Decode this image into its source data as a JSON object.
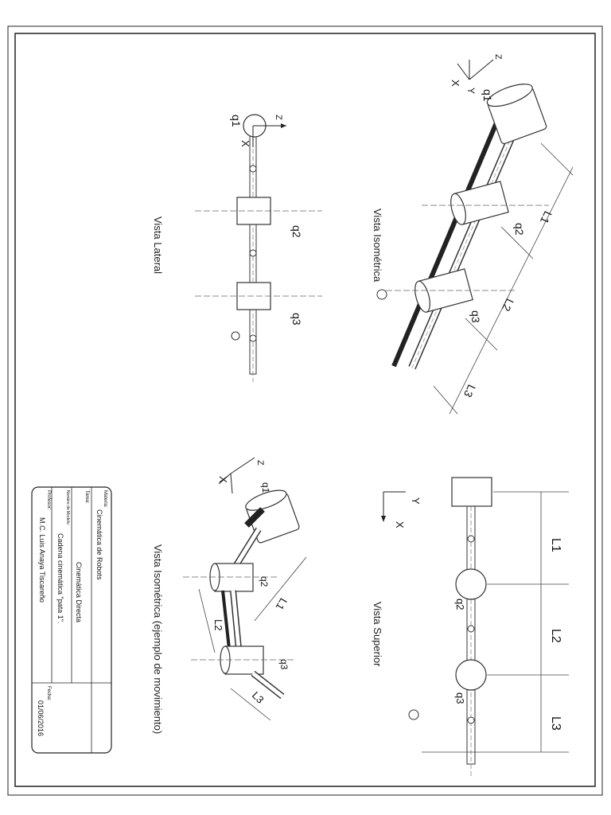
{
  "views": {
    "lateral": {
      "title": "Vista Lateral",
      "q1": "q1",
      "q2": "q2",
      "q3": "q3",
      "x": "X",
      "z": "Z"
    },
    "isometric": {
      "title": "Vista Isométrica",
      "q1": "q1",
      "q2": "q2",
      "q3": "q3",
      "L1": "L1",
      "L2": "L2",
      "L3": "L3",
      "x": "X",
      "y": "Y",
      "z": "Z"
    },
    "isometric_motion": {
      "title": "Vista Isométrica (ejemplo de movimiento)",
      "q1": "q1",
      "q2": "q2",
      "q3": "q3",
      "L1": "L1",
      "L2": "L2",
      "L3": "L3",
      "x": "X",
      "z": "Z"
    },
    "top": {
      "title": "Vista Superior",
      "q2": "q2",
      "q3": "q3",
      "L1": "L1",
      "L2": "L2",
      "L3": "L3",
      "x": "X",
      "y": "Y"
    }
  },
  "title_block": {
    "subject_label": "Materia:",
    "subject": "Cinemática de Robots",
    "task_label": "Tarea:",
    "task": "Cinemática Directa",
    "model_label": "Nombre de Modelo:",
    "model": "Cadena cinemática \"pata 1\".",
    "teacher_label": "Profesor:",
    "teacher": "M.C. Luis Anaya Tiscareño",
    "date_label": "Fecha:",
    "date": "01/06/2016"
  }
}
